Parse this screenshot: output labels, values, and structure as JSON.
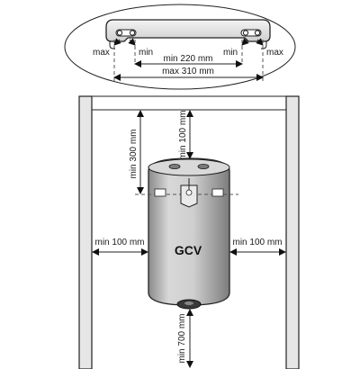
{
  "bracket_detail": {
    "label_max_left": "max",
    "label_min_left": "min",
    "label_min_right": "min",
    "label_max_right": "max",
    "dim_min": "min 220 mm",
    "dim_max": "max 310 mm"
  },
  "installation": {
    "brand_label": "GCV",
    "clearance_top_ceiling": "min 300 mm",
    "clearance_top_heater": "min 100 mm",
    "clearance_left": "min 100 mm",
    "clearance_right": "min 100 mm",
    "clearance_bottom": "min 700 mm"
  },
  "colors": {
    "stroke": "#222222",
    "heater_body": "#c8c8c8",
    "wall": "#e6e6e6"
  }
}
